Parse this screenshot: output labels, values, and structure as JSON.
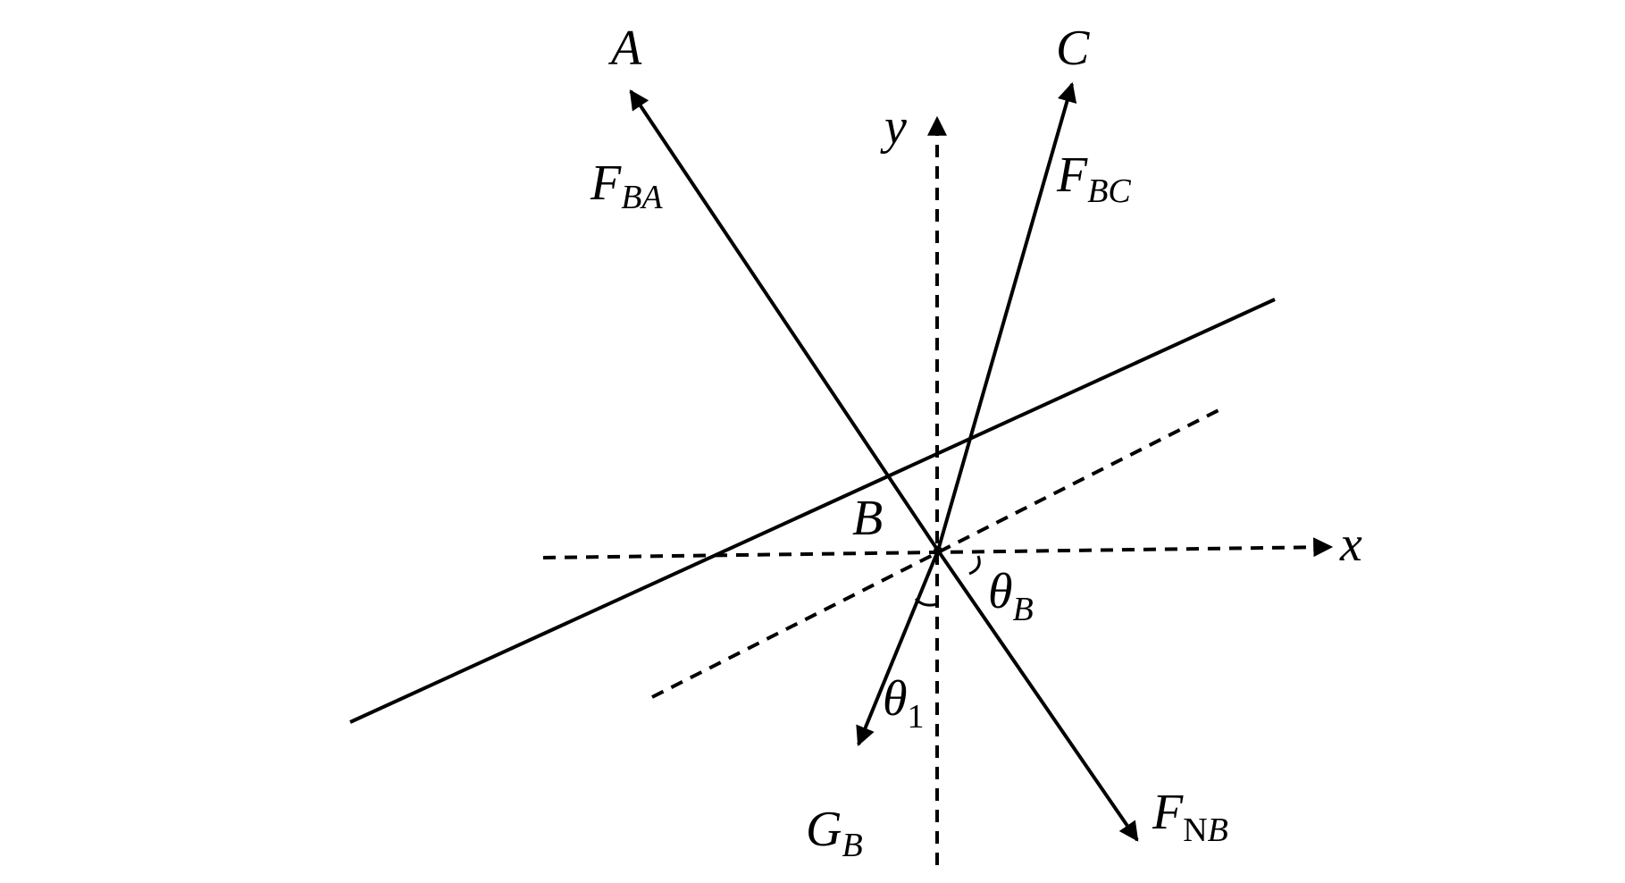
{
  "diagram": {
    "points": {
      "a": "A",
      "b": "B",
      "c": "C"
    },
    "axes": {
      "x": "x",
      "y": "y"
    },
    "forces": {
      "f_ba": {
        "main": "F",
        "sub": "BA"
      },
      "f_bc": {
        "main": "F",
        "sub": "BC"
      },
      "f_nb": {
        "main": "F",
        "sub_upright": "N",
        "sub_italic": "B"
      },
      "g_b": {
        "main": "G",
        "sub": "B"
      }
    },
    "angles": {
      "theta_b": {
        "main": "θ",
        "sub": "B"
      },
      "theta_1": {
        "main": "θ",
        "sub": "1"
      }
    },
    "colors": {
      "stroke": "#000000",
      "background": "#ffffff"
    }
  }
}
